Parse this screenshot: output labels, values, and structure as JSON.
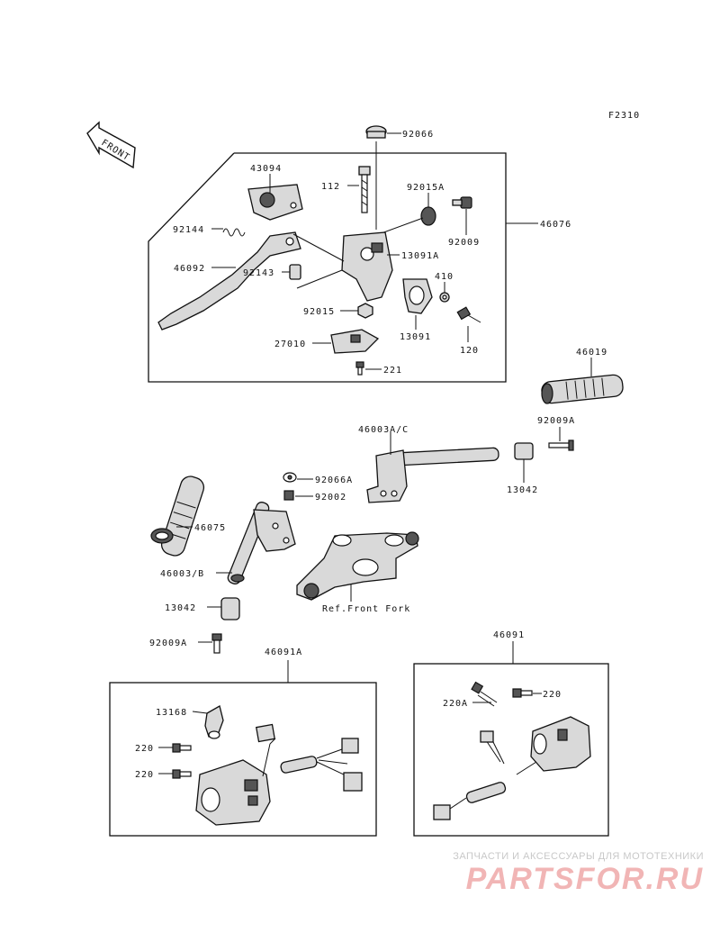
{
  "diagram_code": "F2310",
  "front_arrow_label": "FRONT",
  "reference_label": "Ref.Front Fork",
  "parts": {
    "p92066": "92066",
    "p43094": "43094",
    "p112": "112",
    "p92015A": "92015A",
    "p46076": "46076",
    "p92144": "92144",
    "p92009": "92009",
    "p13091A": "13091A",
    "p46092": "46092",
    "p92143": "92143",
    "p410": "410",
    "p92015": "92015",
    "p13091": "13091",
    "p27010": "27010",
    "p120": "120",
    "p221": "221",
    "p46019": "46019",
    "p92009A_r": "92009A",
    "p46003AC": "46003A/C",
    "p13042_r": "13042",
    "p92066A": "92066A",
    "p92002": "92002",
    "p46075": "46075",
    "p46003B": "46003/B",
    "p13042_l": "13042",
    "p92009A_l": "92009A",
    "p46091A": "46091A",
    "p46091": "46091",
    "p13168": "13168",
    "p220_a": "220",
    "p220_b": "220",
    "p220A": "220A",
    "p220_c": "220"
  },
  "watermark": {
    "caption": "ЗАПЧАСТИ И АКСЕССУАРЫ ДЛЯ МОТОТЕХНИКИ",
    "logo": "PARTSFOR.RU"
  }
}
